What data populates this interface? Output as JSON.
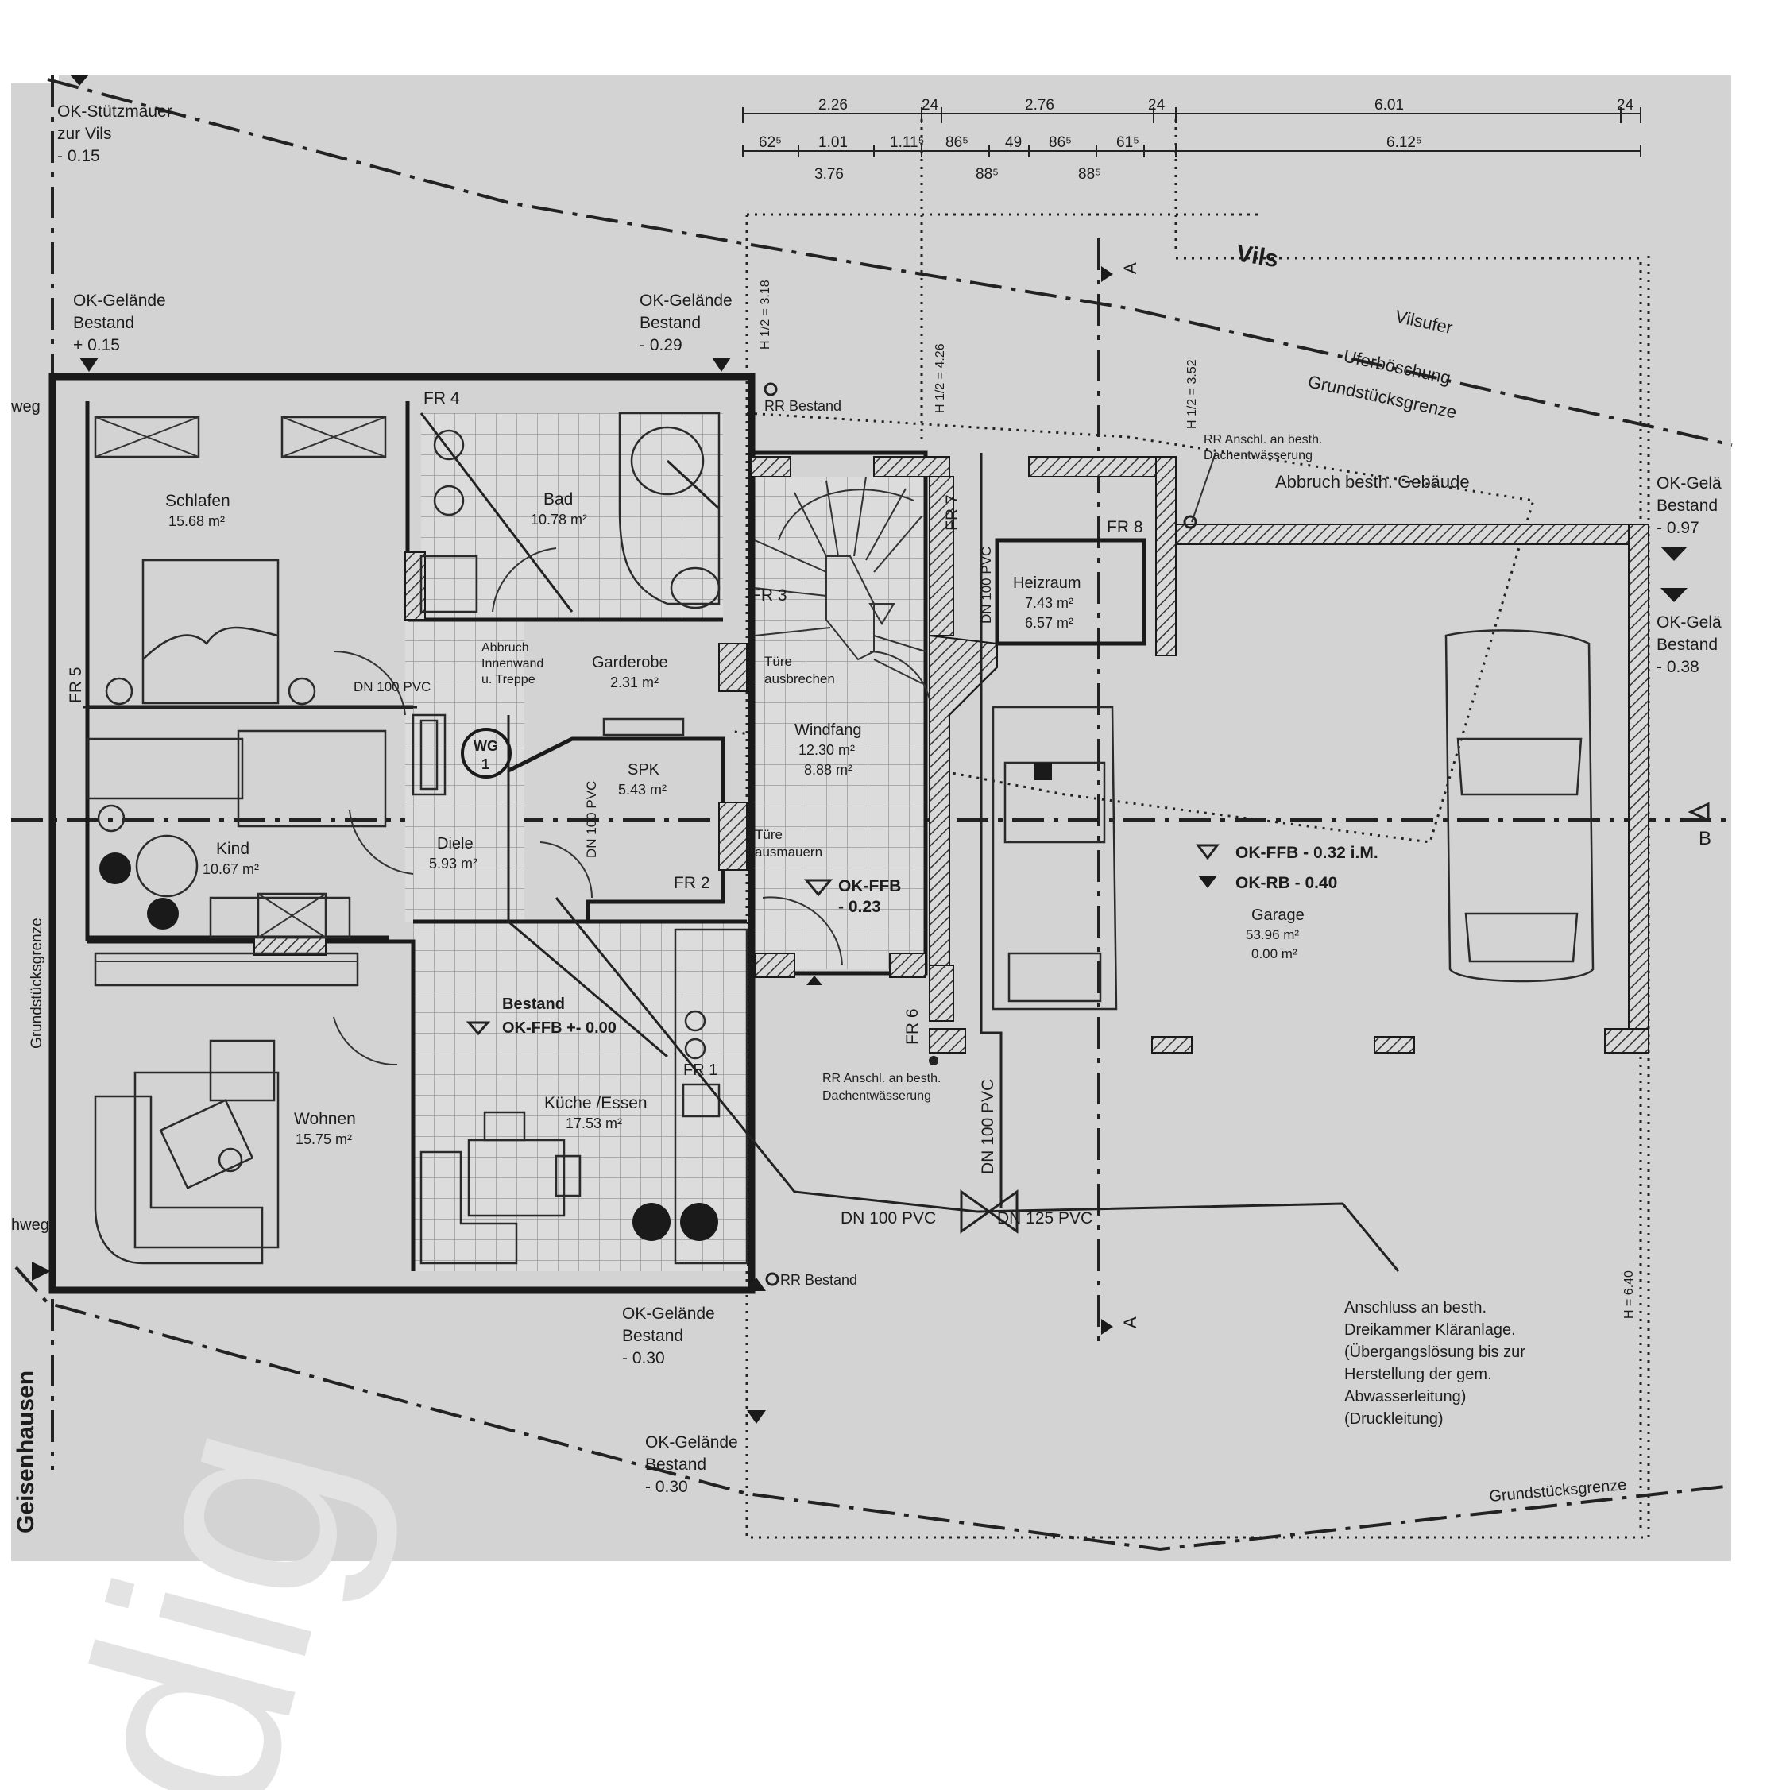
{
  "header": {
    "place_name": "Geisenhausen",
    "river_label": "Vils"
  },
  "dimensions": {
    "top_row": [
      "2.26",
      "24",
      "2.76",
      "24",
      "6.01",
      "24"
    ],
    "second_row": [
      "62⁵",
      "1.01",
      "1.11⁵",
      "86⁵",
      "49",
      "86⁵",
      "61⁵",
      "6.12⁵"
    ],
    "third_row": [
      "3.76",
      "88⁵",
      "88⁵"
    ],
    "heights": [
      "H 1/2 = 3.18",
      "H 1/2 = 4.26",
      "H 1/2 = 3.52",
      "H = 6.40"
    ]
  },
  "boundaries": {
    "vilsufer": "Vilsufer",
    "uferboschung": "Uferböschung",
    "grundstucksgrenze_top": "Grundstücksgrenze",
    "grundstucksgrenze_left": "Grundstücksgrenze",
    "grundstucksgrenze_bottom": "Grundstücksgrenze",
    "weg_left_top": "weg",
    "weg_left_bottom": "hweg"
  },
  "levels": {
    "stuetzmauer": [
      "OK-Stützmauer",
      "zur Vils",
      "- 0.15"
    ],
    "gelaende_nw": [
      "OK-Gelände",
      "Bestand",
      "+ 0.15"
    ],
    "gelaende_n": [
      "OK-Gelände",
      "Bestand",
      "- 0.29"
    ],
    "gelaende_ne1": [
      "OK-Gelä",
      "Bestand",
      "- 0.97"
    ],
    "gelaende_ne2": [
      "OK-Gelä",
      "Bestand",
      "- 0.38"
    ],
    "gelaende_s1": [
      "OK-Gelände",
      "Bestand",
      "- 0.30"
    ],
    "gelaende_s2": [
      "OK-Gelände",
      "Bestand",
      "- 0.30"
    ],
    "ffb_bestand": [
      "Bestand",
      "OK-FFB +- 0.00"
    ],
    "ffb_windfang": [
      "OK-FFB",
      "- 0.23"
    ],
    "ffb_garage": "OK-FFB - 0.32 i.M.",
    "rb_garage": "OK-RB - 0.40"
  },
  "rooms": [
    {
      "name": "Schlafen",
      "area": "15.68 m²"
    },
    {
      "name": "Bad",
      "area": "10.78 m²"
    },
    {
      "name": "Garderobe",
      "area": "2.31 m²"
    },
    {
      "name": "Kind",
      "area": "10.67 m²"
    },
    {
      "name": "Diele",
      "area": "5.93 m²"
    },
    {
      "name": "SPK",
      "area": "5.43 m²"
    },
    {
      "name": "Windfang",
      "area": "12.30 m²",
      "area2": "8.88 m²"
    },
    {
      "name": "Heizraum",
      "area": "7.43 m²",
      "area2": "6.57 m²"
    },
    {
      "name": "Wohnen",
      "area": "15.75 m²"
    },
    {
      "name": "Küche /Essen",
      "area": "17.53 m²"
    },
    {
      "name": "Garage",
      "area": "53.96 m²",
      "area2": "0.00 m²"
    }
  ],
  "windows": [
    "FR 1",
    "FR 2",
    "FR 3",
    "FR 4",
    "FR 5",
    "FR 6",
    "FR 7",
    "FR 8"
  ],
  "notes": {
    "abbruch_innenwand": [
      "Abbruch",
      "Innenwand",
      "u. Treppe"
    ],
    "tuere_ausbrechen": [
      "Türe",
      "ausbrechen"
    ],
    "tuere_ausmauern": [
      "Türe",
      "ausmauern"
    ],
    "abbruch_gebaeude": "Abbruch besth. Gebäude",
    "rr_bestand_top": "RR Bestand",
    "rr_bestand_bottom": "RR Bestand",
    "rr_anschl_top": [
      "RR Anschl. an besth.",
      "Dachentwässerung"
    ],
    "rr_anschl_bottom": [
      "RR Anschl. an besth.",
      "Dachentwässerung"
    ],
    "pipe_dn100_a": "DN 100 PVC",
    "pipe_dn100_b": "DN 100 PVC",
    "pipe_dn100_c": "DN 100 PVC",
    "pipe_dn100_d": "DN 100 PVC",
    "pipe_dn100_e": "DN 100 PVC",
    "pipe_dn125": "DN 125 PVC",
    "wg": [
      "WG",
      "1"
    ],
    "section_a": "A",
    "section_b": "B",
    "klaeranlage": [
      "Anschluss an besth.",
      "Dreikammer Kläranlage.",
      "(Übergangslösung bis zur",
      "Herstellung der gem.",
      "Abwasserleitung)",
      "(Druckleitung)"
    ]
  },
  "watermark": "dig"
}
